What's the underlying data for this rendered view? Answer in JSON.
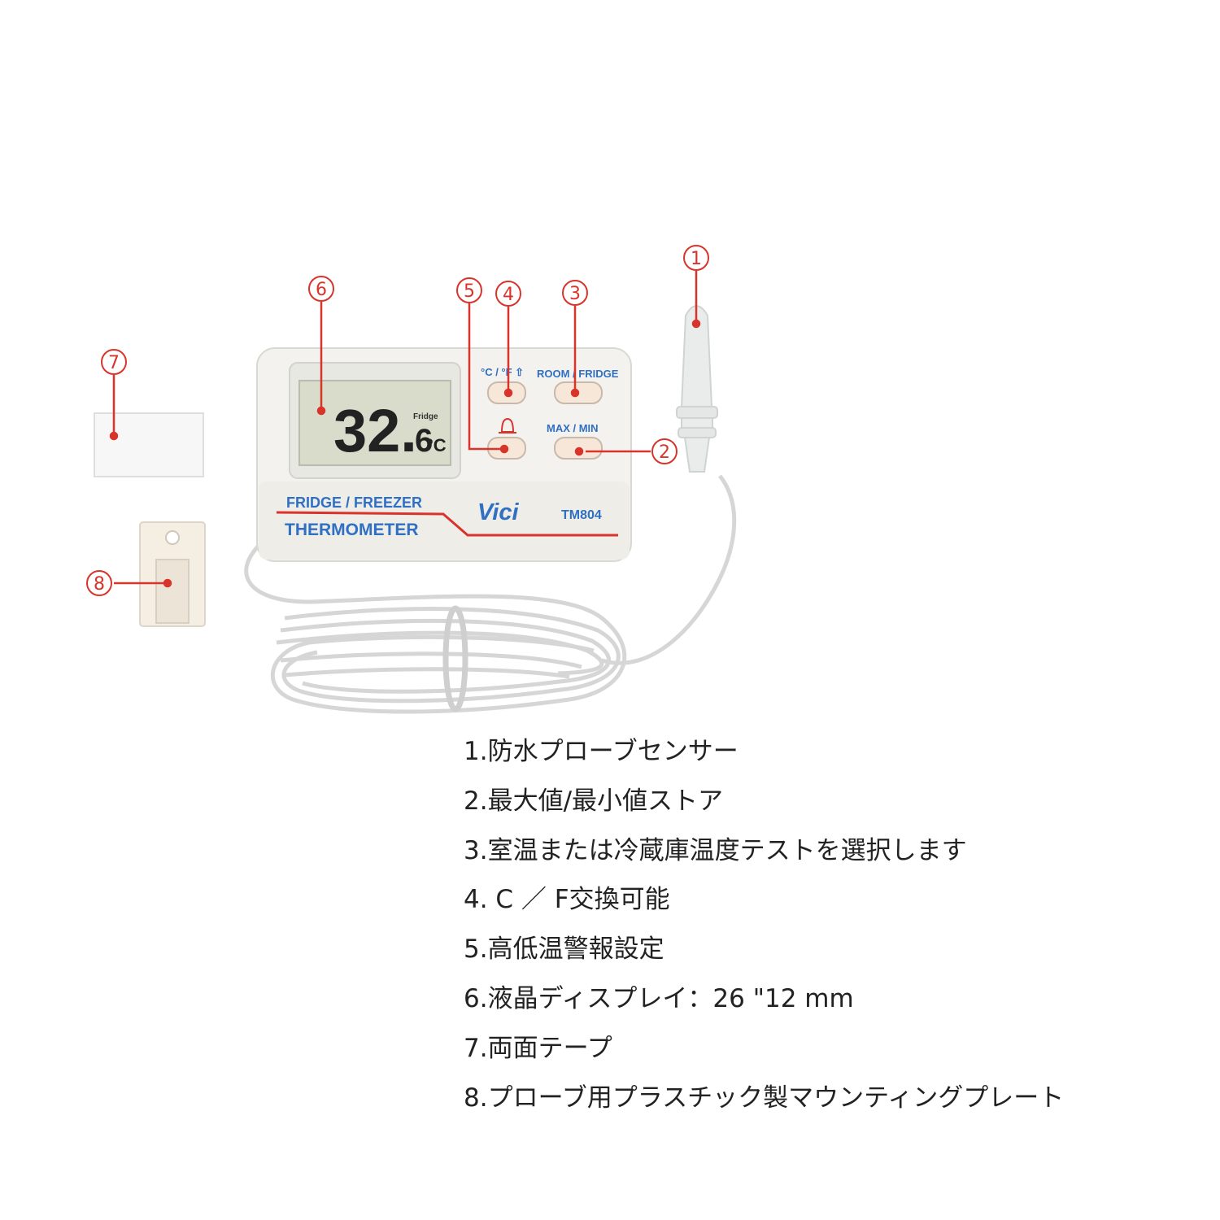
{
  "device": {
    "display_value": "32.",
    "display_decimal": "6",
    "display_unit": "°C",
    "display_mode": "Fridge",
    "button_unit_label": "°C / °F ⇧",
    "button_room_fridge_label": "ROOM / FRIDGE",
    "button_maxmin_label": "MAX / MIN",
    "product_line1": "FRIDGE / FREEZER",
    "product_line2": "THERMOMETER",
    "brand": "Vici",
    "model": "TM804"
  },
  "callouts": [
    {
      "number": "1",
      "icon": "circled-number"
    },
    {
      "number": "2",
      "icon": "circled-number"
    },
    {
      "number": "3",
      "icon": "circled-number"
    },
    {
      "number": "4",
      "icon": "circled-number"
    },
    {
      "number": "5",
      "icon": "circled-number"
    },
    {
      "number": "6",
      "icon": "circled-number"
    },
    {
      "number": "7",
      "icon": "circled-number"
    },
    {
      "number": "8",
      "icon": "circled-number"
    }
  ],
  "legend": [
    "1.防水プローブセンサー",
    "2.最大値/最小値ストア",
    "3.室温または冷蔵庫温度テストを選択します",
    "4. C ／ F交換可能",
    "5.高低温警報設定",
    "6.液晶ディスプレイ：26 \"12 mm",
    "7.両面テープ",
    "8.プローブ用プラスチック製マウンティングプレート"
  ],
  "colors": {
    "accent_red": "#d9342b",
    "label_blue": "#2f6fc4",
    "body_white": "#f3f2ee",
    "lcd": "#d9dccb"
  }
}
